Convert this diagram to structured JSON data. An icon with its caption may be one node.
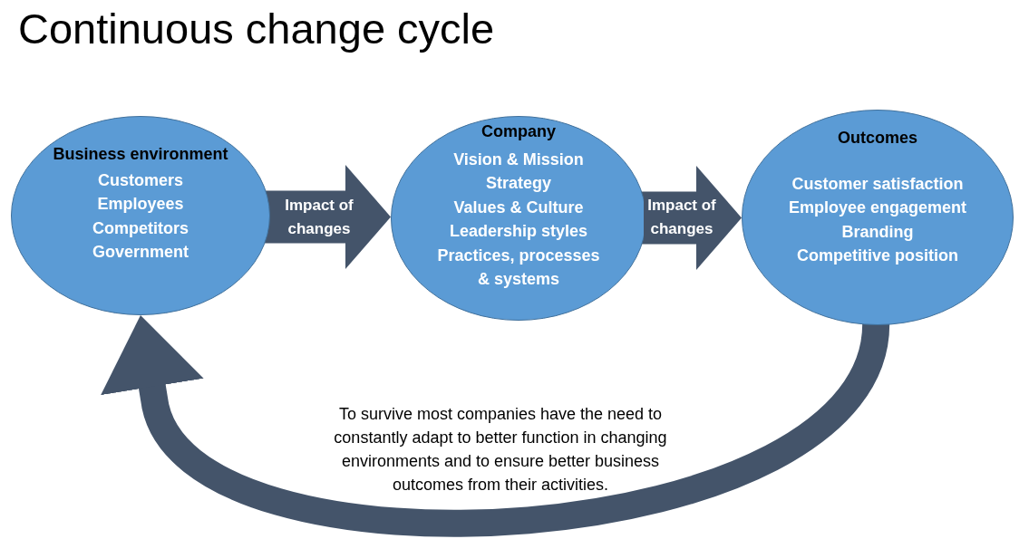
{
  "diagram": {
    "title": "Continuous change cycle",
    "nodes": [
      {
        "text": [
          "Business environment",
          "Customers",
          "Employees",
          "Competitors",
          "Government"
        ]
      },
      {
        "text": [
          "Company",
          "Vision & Mission",
          "Strategy",
          "Values & Culture",
          "Leadership styles",
          "Practices, processes & systems"
        ]
      },
      {
        "text": [
          "Outcomes",
          "Customer satisfaction",
          "Employee engagement",
          "Branding",
          "Competitive position"
        ]
      }
    ],
    "edges": [
      {
        "from": 0,
        "to": 1,
        "arrow": "to",
        "label": "Impact of changes"
      },
      {
        "from": 1,
        "to": 2,
        "arrow": "to",
        "label": "Impact of changes"
      },
      {
        "from": 2,
        "to": 0,
        "arrow": "to"
      }
    ],
    "labels": [
      "To survive most companies have the need to constantly adapt to better function in changing environments and to ensure better business outcomes from their activities."
    ]
  }
}
